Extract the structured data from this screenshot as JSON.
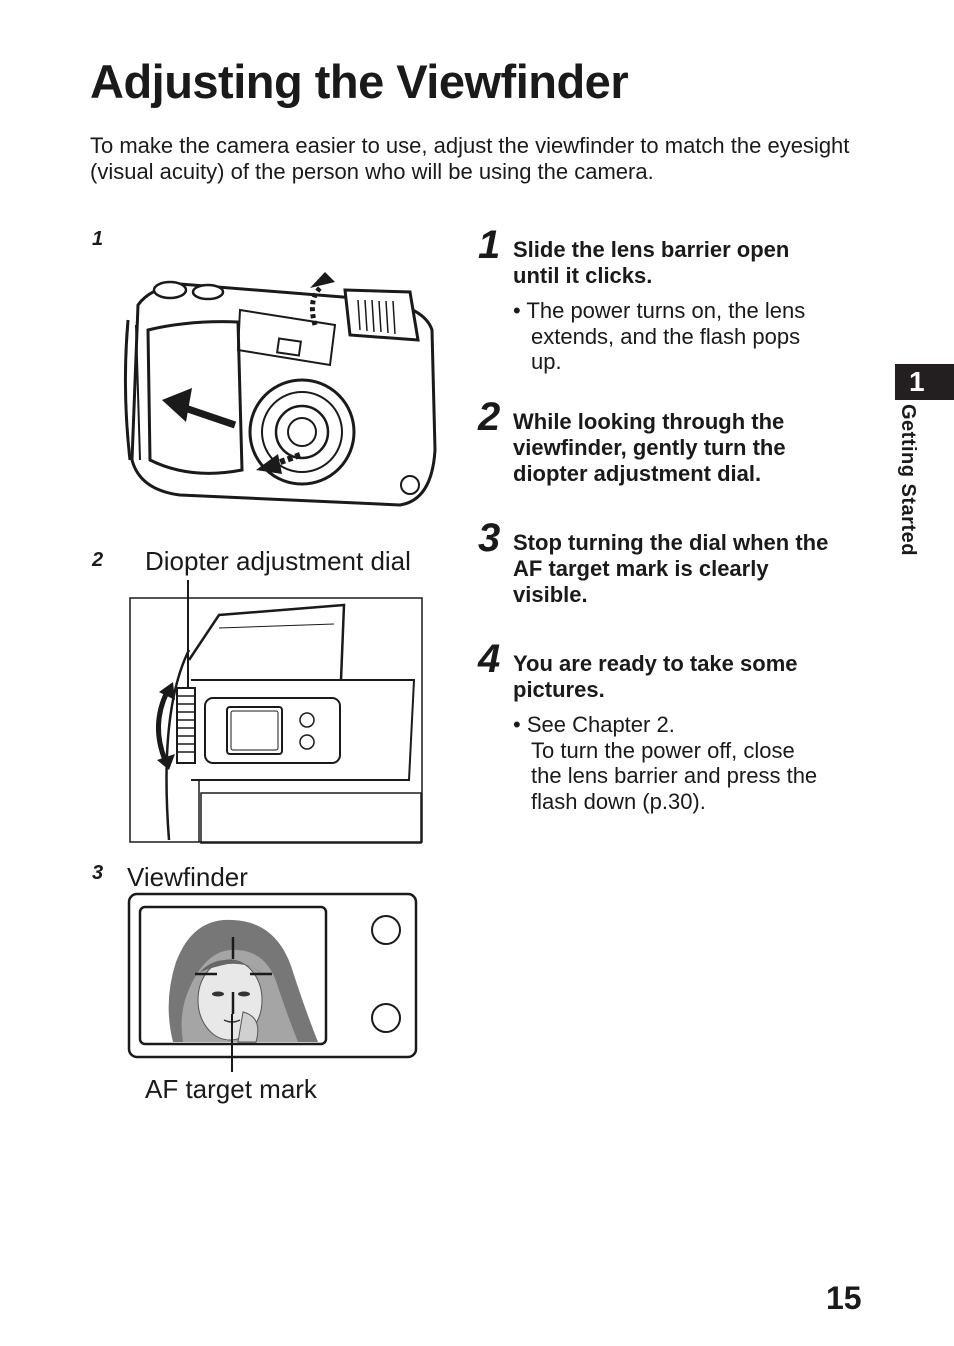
{
  "title": "Adjusting the Viewfinder",
  "intro": "To make the camera easier to use, adjust the viewfinder to match the eyesight (visual acuity) of the person who will be using the camera.",
  "figures": {
    "fig1": {
      "number": "1"
    },
    "fig2": {
      "number": "2",
      "label": "Diopter adjustment dial"
    },
    "fig3": {
      "number": "3",
      "label": "Viewfinder",
      "caption": "AF target mark"
    }
  },
  "steps": [
    {
      "number": "1",
      "text": [
        "Slide the lens barrier open",
        "until it clicks."
      ],
      "bullet": [
        "The power turns on, the lens",
        "extends, and the flash pops",
        "up."
      ]
    },
    {
      "number": "2",
      "text": [
        "While looking through the",
        "viewfinder, gently turn the",
        "diopter adjustment dial."
      ]
    },
    {
      "number": "3",
      "text": [
        "Stop turning the dial when the",
        "AF target mark is clearly",
        "visible."
      ]
    },
    {
      "number": "4",
      "text": [
        "You are ready to take some",
        "pictures."
      ],
      "bullet": [
        "See Chapter 2.",
        "To turn the power off, close",
        "the lens barrier and press the",
        "flash down (p.30)."
      ]
    }
  ],
  "sidebar": {
    "chapter_number": "1",
    "chapter_title": "Getting Started"
  },
  "page_number": "15"
}
